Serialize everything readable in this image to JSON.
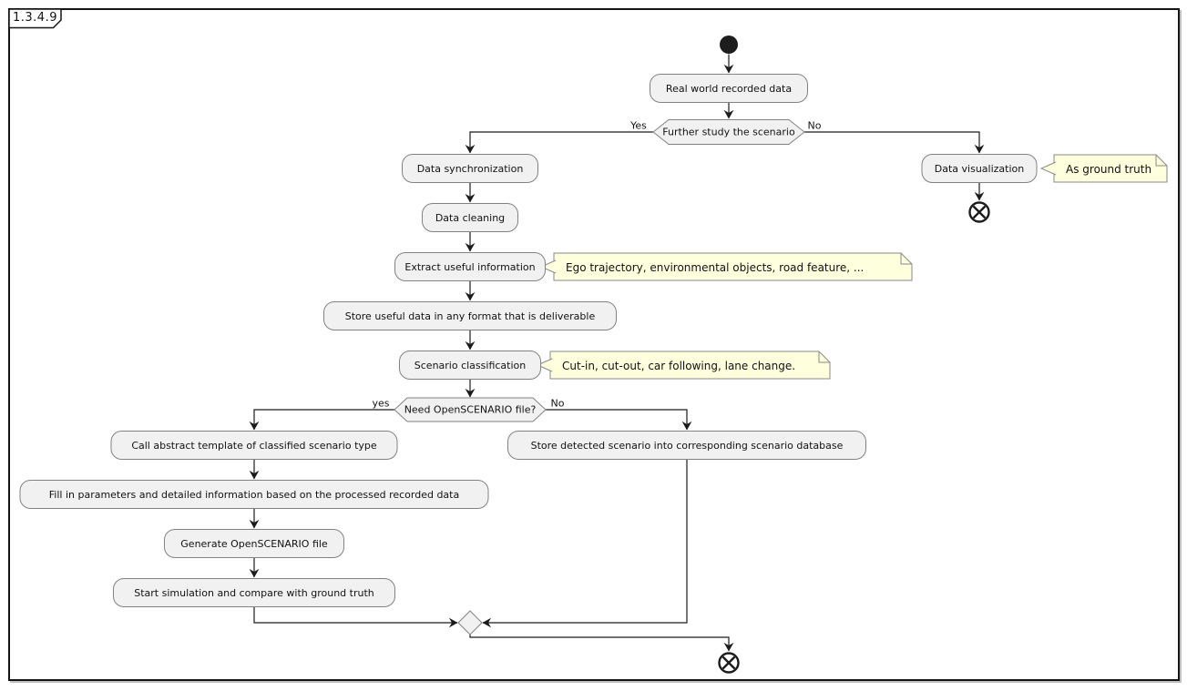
{
  "frame": {
    "label": "1.3.4.9"
  },
  "colors": {
    "activity_fill": "#f1f1f1",
    "activity_border": "#828282",
    "note_fill": "#feffdd",
    "note_border": "#8a8a8a",
    "connector": "#1b1b1b"
  },
  "activities": {
    "real_world": "Real world recorded data",
    "data_sync": "Data synchronization",
    "data_cleaning": "Data cleaning",
    "extract_info": "Extract useful information",
    "store_useful": "Store useful data in any format that is deliverable",
    "scenario_classification": "Scenario classification",
    "call_template": "Call abstract template of classified scenario type",
    "fill_parameters": "Fill in parameters and detailed information based on the processed recorded data",
    "generate_file": "Generate OpenSCENARIO file",
    "start_simulation": "Start simulation and compare with ground truth",
    "store_detected": "Store detected scenario into corresponding scenario database",
    "data_visualization": "Data visualization"
  },
  "decisions": {
    "further_study": {
      "label": "Further study the scenario",
      "yes_label": "Yes",
      "no_label": "No"
    },
    "need_openscenario": {
      "label": "Need OpenSCENARIO file?",
      "yes_label": "yes",
      "no_label": "No"
    }
  },
  "notes": {
    "extract": "Ego trajectory, environmental objects, road feature, ...",
    "classification": "Cut-in, cut-out, car following, lane change.",
    "ground_truth": "As ground truth"
  }
}
